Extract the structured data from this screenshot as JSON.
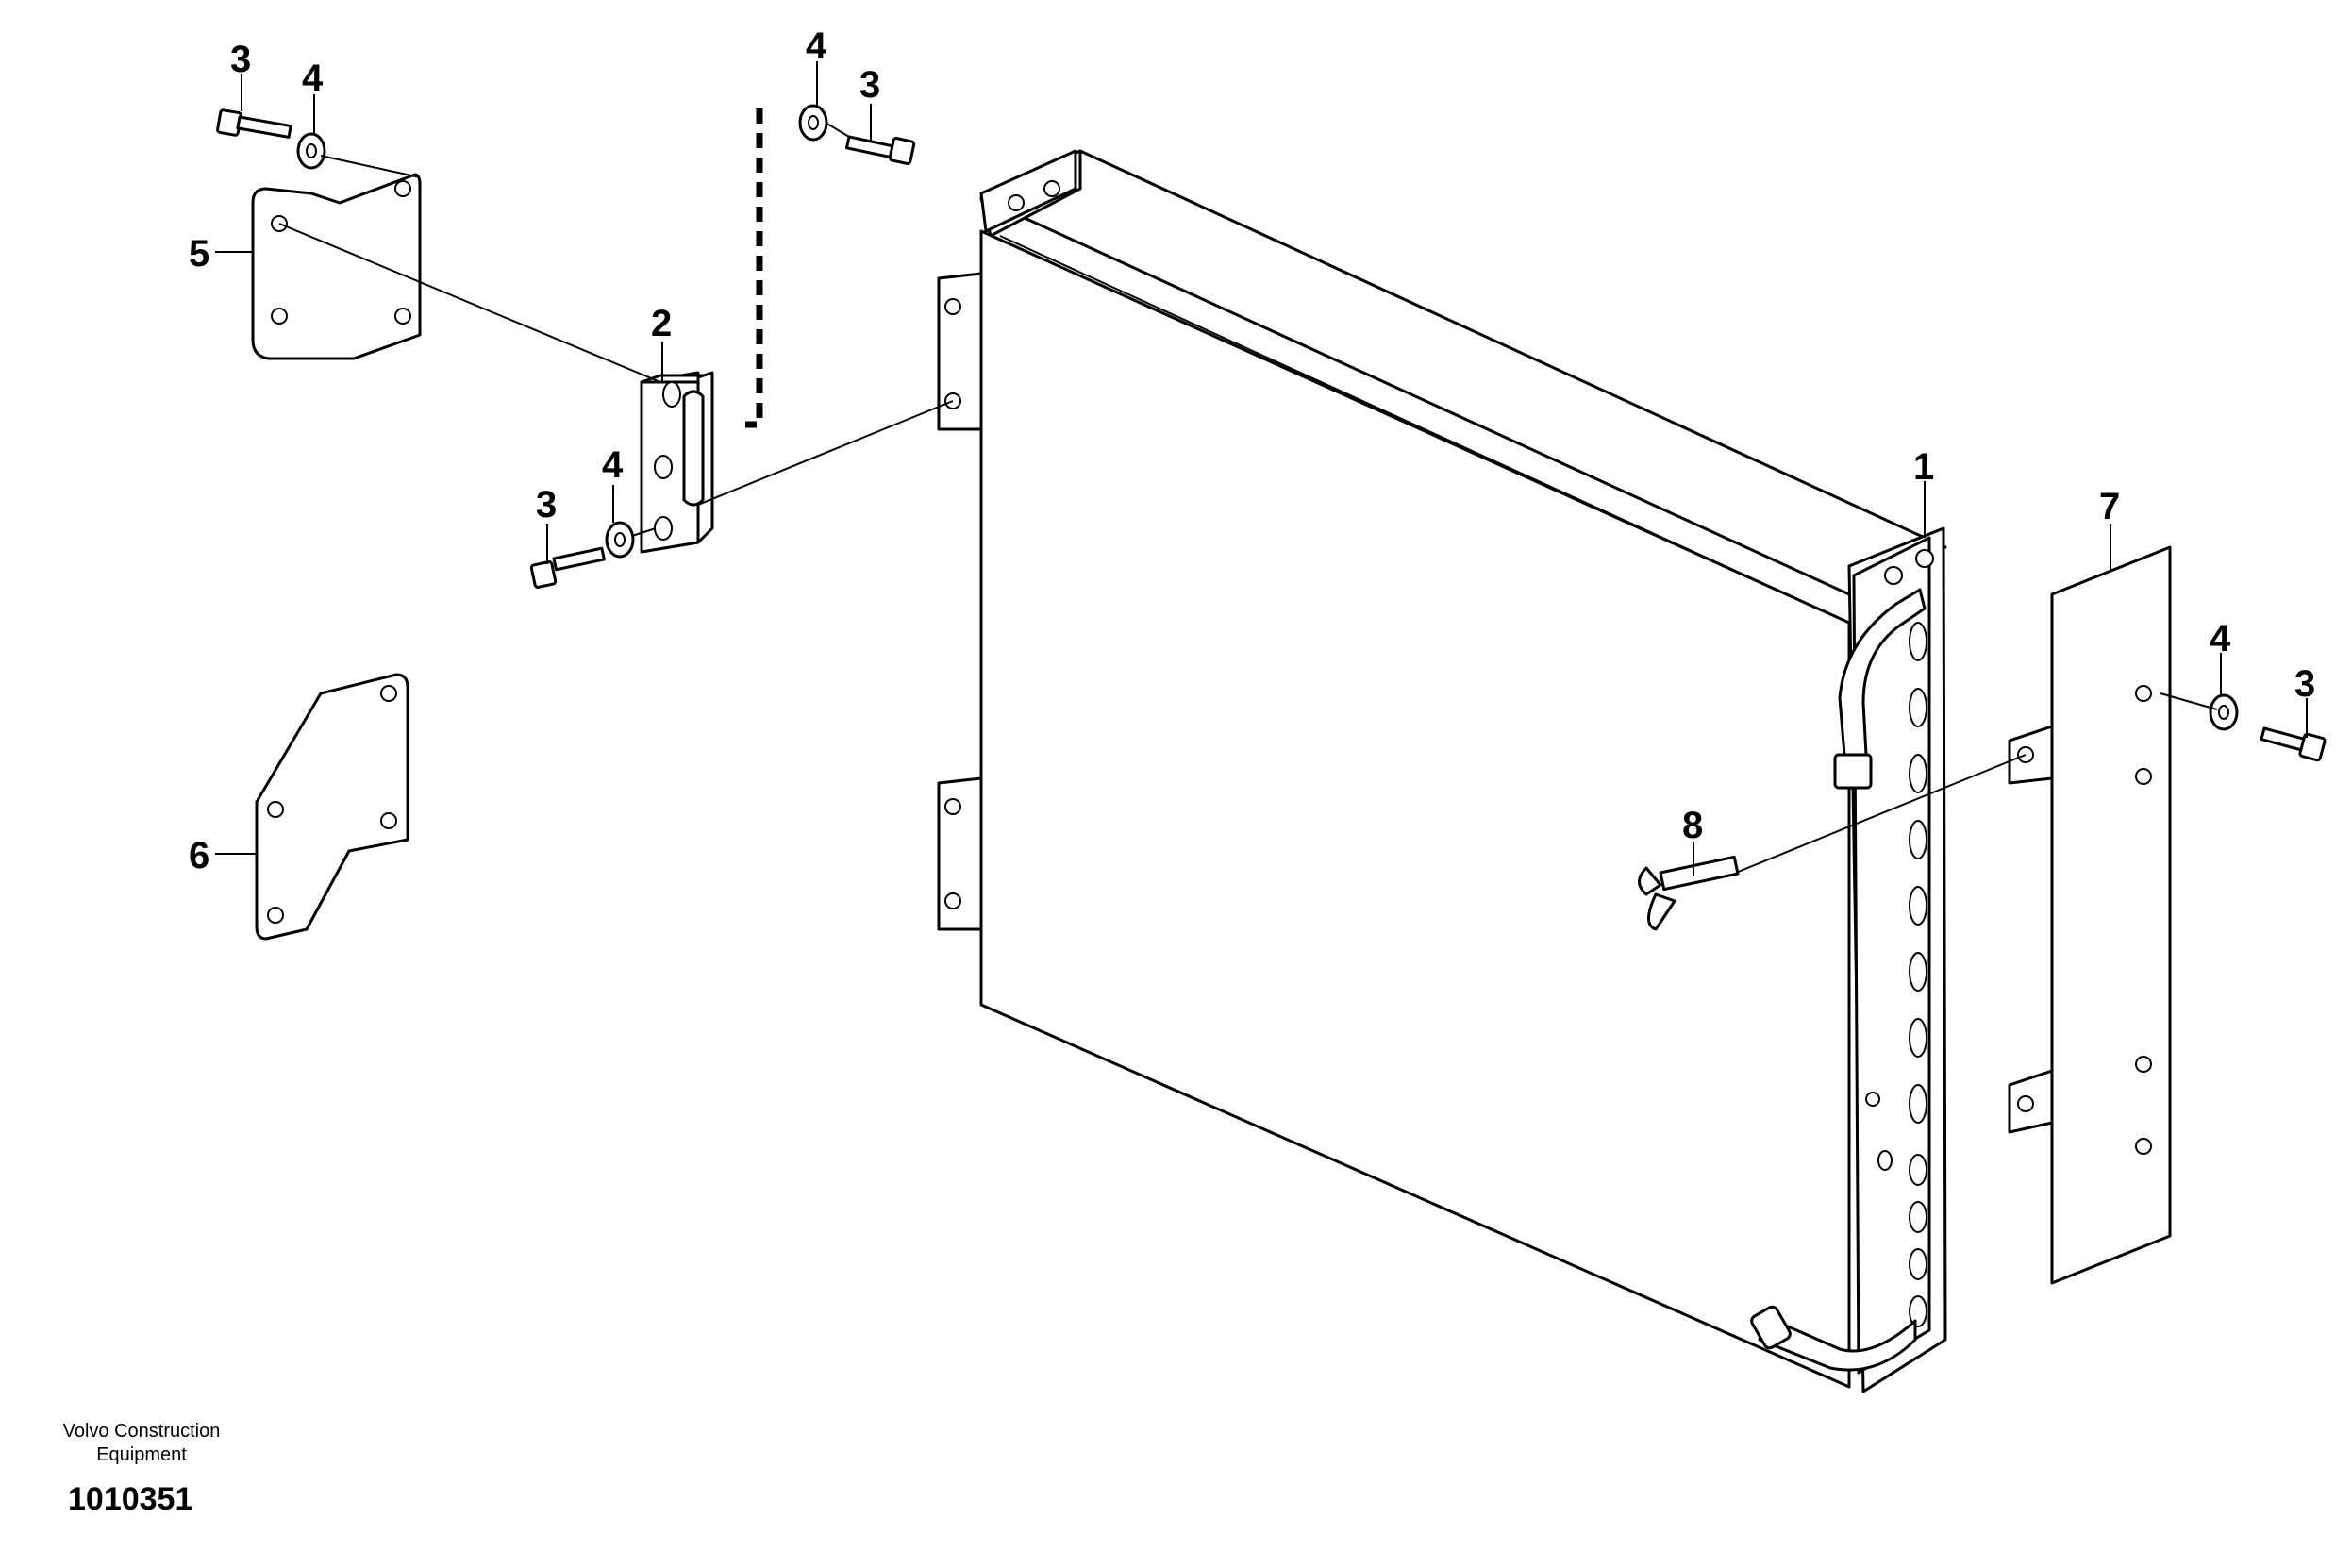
{
  "callouts": {
    "c1": "1",
    "c2": "2",
    "c3a": "3",
    "c3b": "3",
    "c3c": "3",
    "c3d": "3",
    "c4a": "4",
    "c4b": "4",
    "c4c": "4",
    "c4d": "4",
    "c5": "5",
    "c6": "6",
    "c7": "7",
    "c8": "8"
  },
  "footer": {
    "brand_line1": "Volvo Construction",
    "brand_line2": "Equipment",
    "doc_number": "1010351"
  }
}
